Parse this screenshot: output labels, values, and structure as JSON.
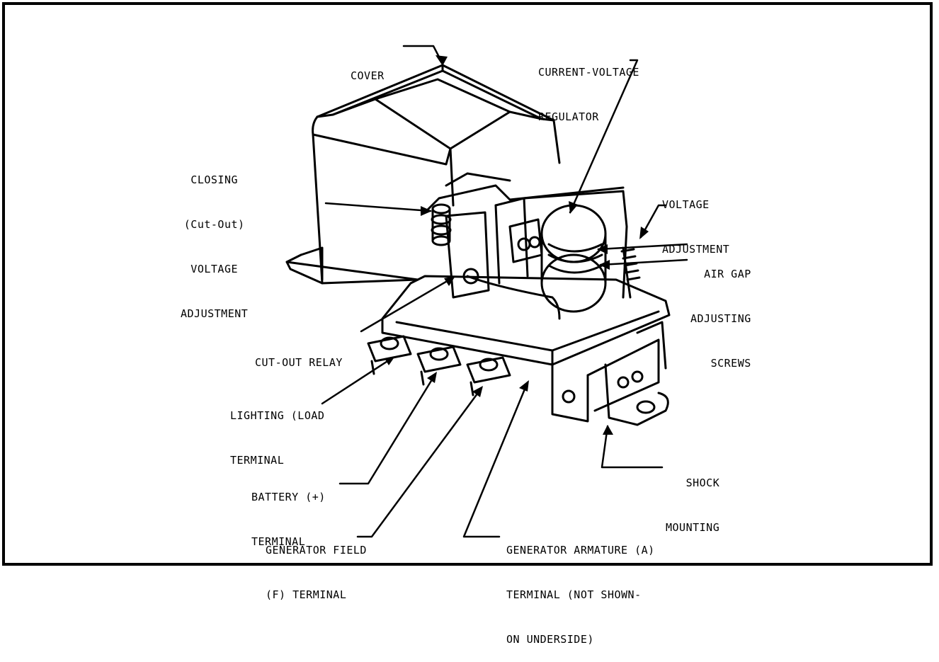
{
  "colors": {
    "ink": "#000000",
    "paper": "#ffffff"
  },
  "labels": {
    "cover": "COVER",
    "current_voltage_regulator": [
      "CURRENT-VOLTAGE",
      "REGULATOR"
    ],
    "closing_voltage_adjustment": [
      "CLOSING",
      "(Cut-Out)",
      "VOLTAGE",
      "ADJUSTMENT"
    ],
    "voltage_adjustment": [
      "VOLTAGE",
      "ADJUSTMENT"
    ],
    "air_gap_adjusting_screws": [
      "AIR GAP",
      "ADJUSTING",
      "SCREWS"
    ],
    "cut_out_relay": "CUT-OUT RELAY",
    "lighting_load_terminal": [
      "LIGHTING (LOAD",
      "TERMINAL"
    ],
    "battery_terminal": [
      "BATTERY (+)",
      "TERMINAL"
    ],
    "shock_mounting": [
      "SHOCK",
      "MOUNTING"
    ],
    "generator_field_terminal": [
      "GENERATOR FIELD",
      "(F) TERMINAL"
    ],
    "generator_armature_terminal": [
      "GENERATOR ARMATURE (A)",
      "TERMINAL (NOT SHOWN-",
      "ON UNDERSIDE)"
    ]
  }
}
